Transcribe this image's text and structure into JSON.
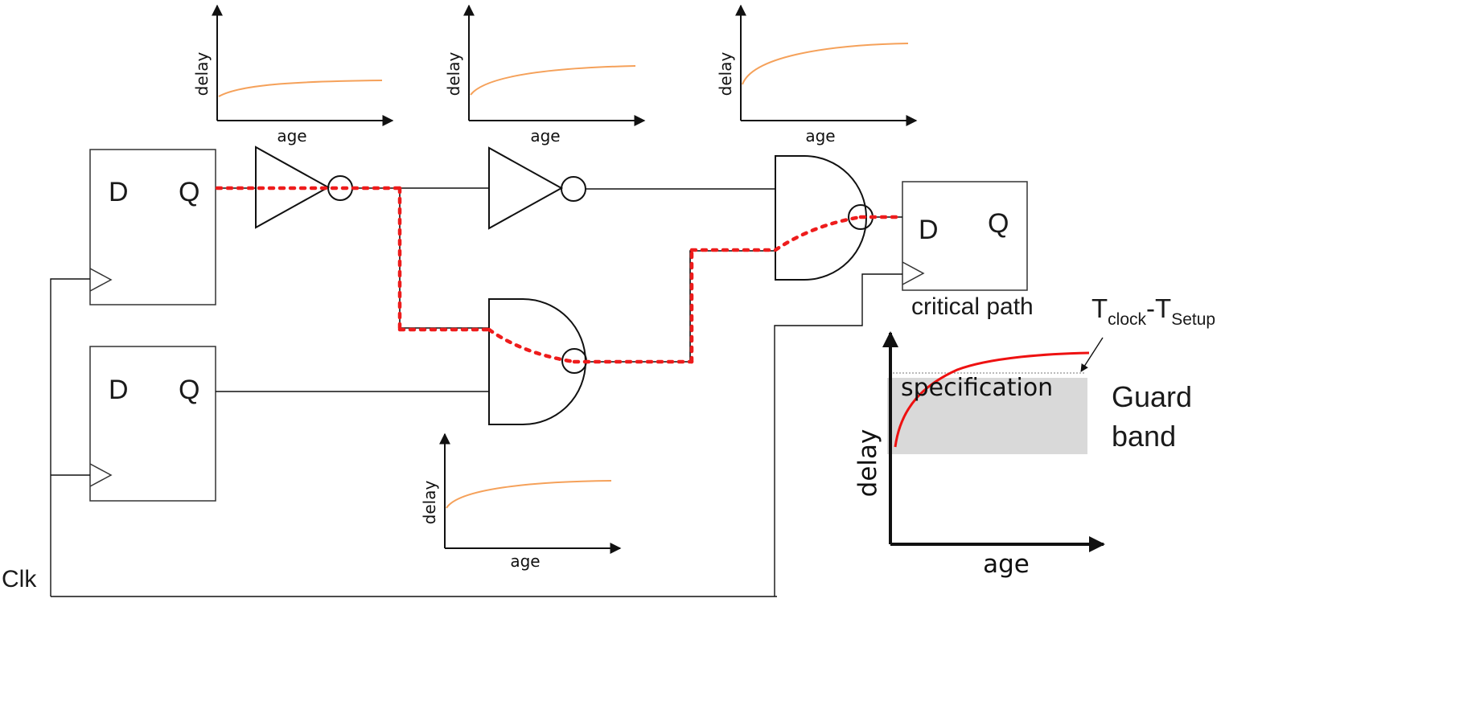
{
  "flipflops": {
    "ff1": {
      "d": "D",
      "q": "Q"
    },
    "ff2": {
      "d": "D",
      "q": "Q"
    },
    "ff3": {
      "d": "D",
      "q": "Q"
    }
  },
  "clock": {
    "label": "Clk"
  },
  "critical_path": {
    "label": "critical path"
  },
  "mini_plots": {
    "xlabel": "age",
    "ylabel": "delay"
  },
  "main_plot": {
    "xlabel": "age",
    "ylabel": "delay",
    "spec_label": "specification",
    "t_clock_base": "T",
    "t_clock_sub": "clock",
    "dash": "-",
    "t_setup_base": "T",
    "t_setup_sub": "Setup",
    "guard_line1": "Guard",
    "guard_line2": "band"
  },
  "colors": {
    "wire": "#111111",
    "critical": "#ee1c1c",
    "aging_curve": "#f5a15a",
    "main_curve": "#ee1111",
    "guard_band": "#d9d9d9"
  }
}
